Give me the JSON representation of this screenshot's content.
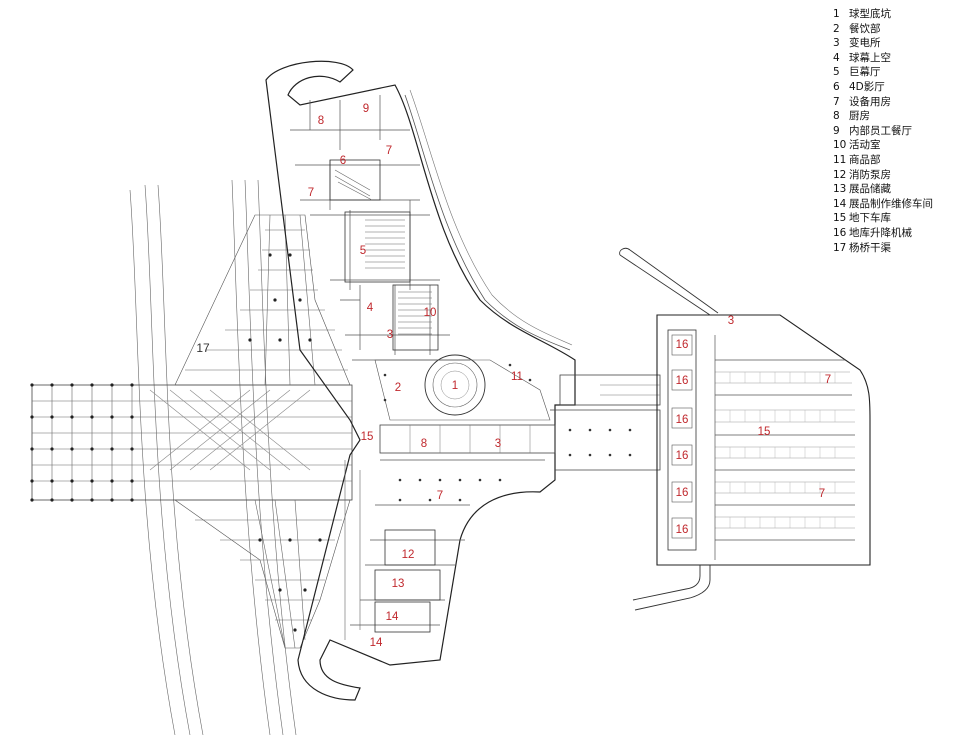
{
  "legend": [
    {
      "num": "1",
      "name": "球型底坑"
    },
    {
      "num": "2",
      "name": "餐饮部"
    },
    {
      "num": "3",
      "name": "变电所"
    },
    {
      "num": "4",
      "name": "球幕上空"
    },
    {
      "num": "5",
      "name": "巨幕厅"
    },
    {
      "num": "6",
      "name": "4D影厅"
    },
    {
      "num": "7",
      "name": "设备用房"
    },
    {
      "num": "8",
      "name": "厨房"
    },
    {
      "num": "9",
      "name": "内部员工餐厅"
    },
    {
      "num": "10",
      "name": "活动室"
    },
    {
      "num": "11",
      "name": "商品部"
    },
    {
      "num": "12",
      "name": "消防泵房"
    },
    {
      "num": "13",
      "name": "展品储藏"
    },
    {
      "num": "14",
      "name": "展品制作维修车间"
    },
    {
      "num": "15",
      "name": "地下车库"
    },
    {
      "num": "16",
      "name": "地库升降机械"
    },
    {
      "num": "17",
      "name": "杨桥干渠"
    }
  ],
  "labels": [
    "1",
    "2",
    "3",
    "3",
    "3",
    "4",
    "5",
    "6",
    "7",
    "7",
    "7",
    "7",
    "7",
    "8",
    "8",
    "9",
    "10",
    "11",
    "12",
    "13",
    "14",
    "14",
    "15",
    "15",
    "16",
    "16",
    "16",
    "16",
    "16",
    "16",
    "17"
  ],
  "colors": {
    "label": "#c0282d",
    "line": "#333333"
  }
}
